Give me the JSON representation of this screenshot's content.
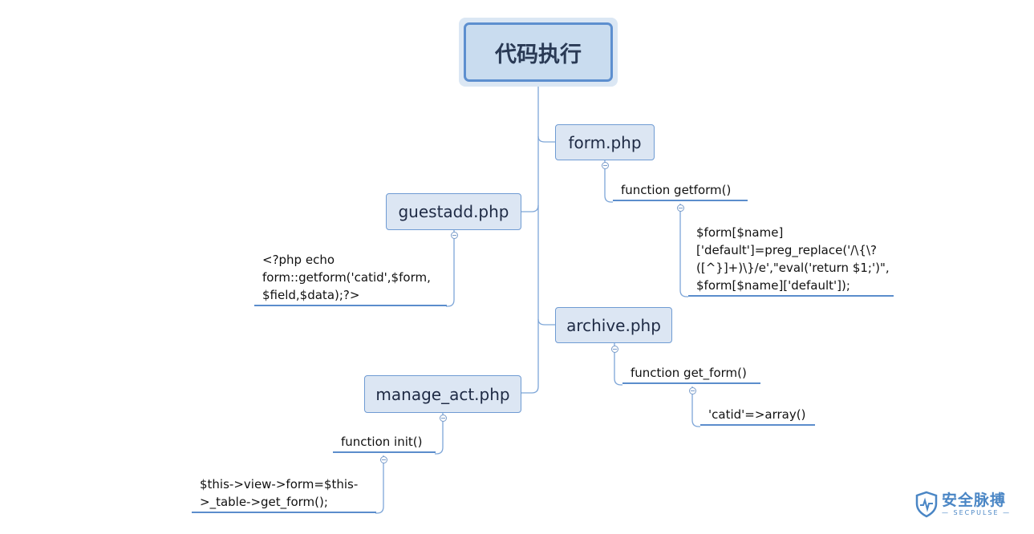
{
  "root": {
    "label": "代码执行"
  },
  "nodes": {
    "form_php": {
      "label": "form.php"
    },
    "guestadd_php": {
      "label": "guestadd.php"
    },
    "archive_php": {
      "label": "archive.php"
    },
    "manage_act_php": {
      "label": "manage_act.php"
    }
  },
  "leaves": {
    "getform_fn": {
      "label": "function getform()"
    },
    "preg_replace": {
      "lines": [
        "$form[$name]",
        "['default']=preg_replace('/\\{\\?",
        "([^}]+)\\}/e',\"eval('return $1;')\",",
        "$form[$name]['default']);"
      ]
    },
    "guestadd_echo": {
      "lines": [
        "<?php echo",
        "form::getform('catid',$form,",
        "$field,$data);?>"
      ]
    },
    "get_form_fn": {
      "label": "function get_form()"
    },
    "catid_array": {
      "label": "'catid'=>array()"
    },
    "init_fn": {
      "label": "function init()"
    },
    "view_form": {
      "lines": [
        "$this->view->form=$this-",
        ">_table->get_form();"
      ]
    }
  },
  "watermark": {
    "cn": "安全脉搏",
    "en": "— SECPULSE —"
  },
  "colors": {
    "line": "#6f9bd3",
    "node_fill": "#dce6f3",
    "root_fill": "#c9dcef",
    "underline": "#5b8dcc"
  }
}
